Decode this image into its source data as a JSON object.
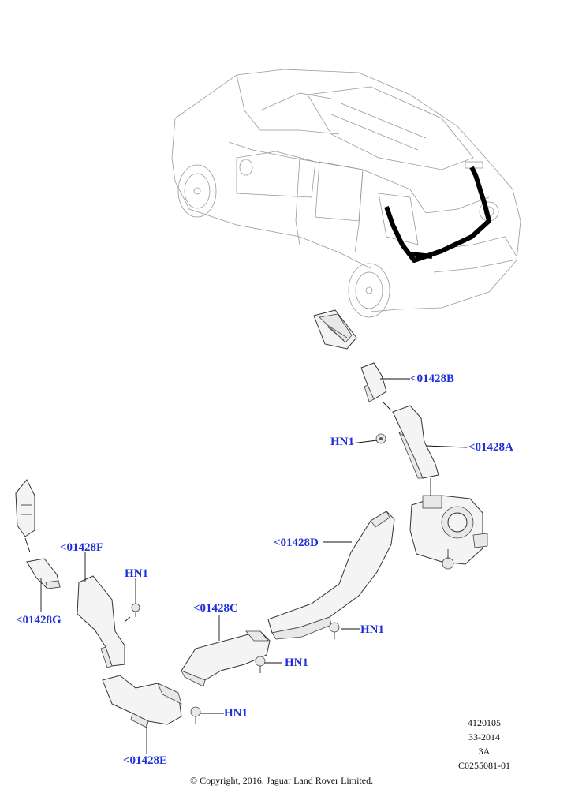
{
  "callouts": {
    "b": "<01428B",
    "a": "<01428A",
    "d": "<01428D",
    "f": "<01428F",
    "g": "<01428G",
    "c": "<01428C",
    "e": "<01428E",
    "hn_a": "HN1",
    "hn_f": "HN1",
    "hn_d": "HN1",
    "hn_c": "HN1",
    "hn_e": "HN1"
  },
  "info": {
    "line1": "4120105",
    "line2": "33-2014",
    "line3": "3A",
    "line4": "C0255081-01"
  },
  "copyright": "© Copyright, 2016. Jaguar Land Rover Limited.",
  "colors": {
    "callout": "#1f2fd8",
    "lines": "#333333",
    "duct_highlight": "#000000"
  }
}
